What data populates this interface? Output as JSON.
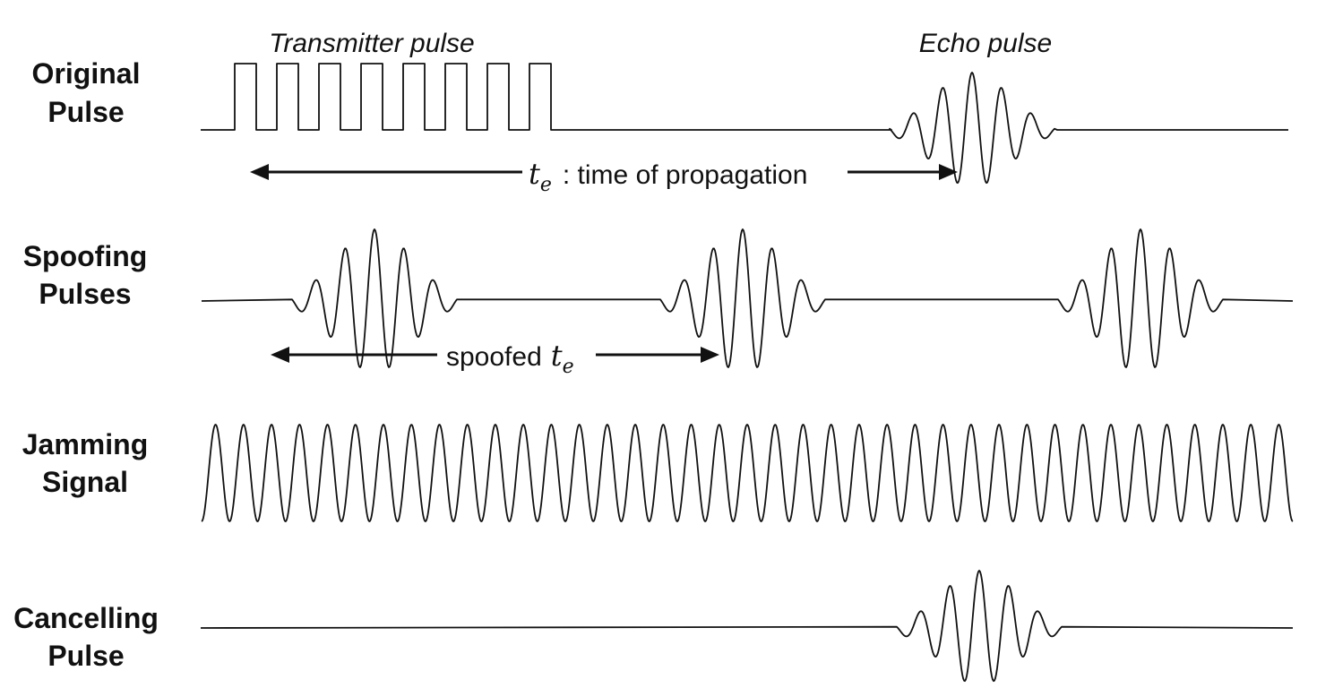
{
  "rows": [
    {
      "id": "original",
      "label_line1": "Original",
      "label_line2": "Pulse"
    },
    {
      "id": "spoofing",
      "label_line1": "Spoofing",
      "label_line2": "Pulses"
    },
    {
      "id": "jamming",
      "label_line1": "Jamming",
      "label_line2": "Signal"
    },
    {
      "id": "cancelling",
      "label_line1": "Cancelling",
      "label_line2": "Pulse"
    }
  ],
  "annotations": {
    "transmitter_pulse": "Transmitter pulse",
    "echo_pulse": "Echo pulse",
    "te_symbol": "t",
    "te_subscript": "e",
    "propagation_text": ": time of propagation",
    "spoofed_prefix": "spoofed",
    "spoofed_symbol": "t",
    "spoofed_subscript": "e"
  },
  "signals": {
    "transmitter_square_pulses": 8,
    "spoofing_bursts": 3,
    "jamming_cycles": 39
  }
}
